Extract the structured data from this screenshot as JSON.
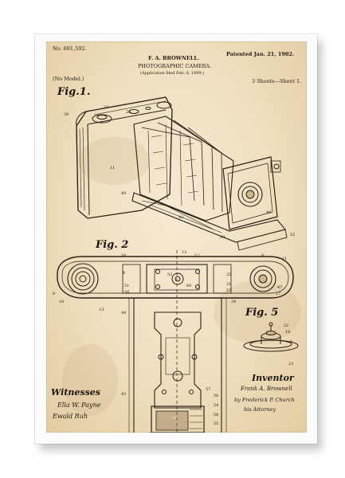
{
  "header": {
    "patent_no": "No. 691,592.",
    "patented_date": "Patented Jan. 21, 1902.",
    "inventor_title": "F. A. BROWNELL.",
    "invention_title": "PHOTOGRAPHIC CAMERA.",
    "application_note": "(Application filed Feb. 6, 1899.)",
    "model_note": "(No Model.)",
    "sheet_note": "3 Sheets—Sheet 1."
  },
  "figures": {
    "fig1": "Fig.1.",
    "fig2": "Fig. 2",
    "fig5": "Fig. 5"
  },
  "ref_numbers": {
    "n39": "39",
    "n23": "23",
    "n26": "26",
    "n11": "11",
    "n49": "49",
    "n42": "42",
    "n40": "40",
    "n29": "29",
    "n55": "55",
    "n16": "16",
    "n13": "13",
    "n12": "12",
    "n8": "8",
    "n11b": "11",
    "n6": "6",
    "n52": "52",
    "n25": "25",
    "n51": "51",
    "n50": "50",
    "n60": "60",
    "n21": "21",
    "n53": "53",
    "n47": "47",
    "n17": "17",
    "n9": "9",
    "n10": "10",
    "n13b": "13",
    "n44": "44",
    "n24": "24",
    "n43": "43",
    "n57": "57",
    "n56": "56",
    "n54": "54",
    "n58": "58",
    "n55b": "55",
    "n41": "41",
    "n22": "22",
    "n18": "18",
    "n1": "1",
    "n23b": "23"
  },
  "signatures": {
    "witnesses_label": "Witnesses",
    "witness1": "Ella W. Payne",
    "witness2": "Ewald Ruh",
    "inventor_label": "Inventor",
    "inventor_sig": "Frank A. Brownell",
    "by_attorney": "by Frederick P. Church",
    "attorney": "his Attorney"
  }
}
